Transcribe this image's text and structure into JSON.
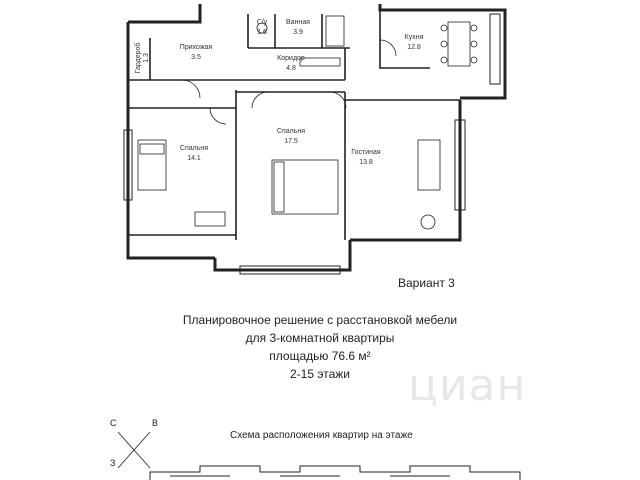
{
  "plan": {
    "rooms": [
      {
        "id": "vestibule",
        "name": "Гардероб",
        "area": "1.3"
      },
      {
        "id": "hall",
        "name": "Прихожая",
        "area": "3.5"
      },
      {
        "id": "wc",
        "name": "С/у",
        "area": "1.6"
      },
      {
        "id": "bath",
        "name": "Ванная",
        "area": "3.9"
      },
      {
        "id": "corridor",
        "name": "Коридор",
        "area": "4.8"
      },
      {
        "id": "kitchen",
        "name": "Кухня",
        "area": "12.8"
      },
      {
        "id": "bedroom1",
        "name": "Спальня",
        "area": "14.1"
      },
      {
        "id": "bedroom2",
        "name": "Спальня",
        "area": "17.5"
      },
      {
        "id": "living",
        "name": "Гостиная",
        "area": "13.8"
      }
    ]
  },
  "variant_label": "Вариант  3",
  "caption": {
    "line1": "Планировочное решение с расстановкой мебели",
    "line2": "для 3-комнатной квартиры",
    "line3": "площадью 76.6 м²",
    "line4": "2-15  этажи"
  },
  "scheme_label": "Схема расположения квартир на этаже",
  "compass": {
    "n": "С",
    "e": "В",
    "w": "З"
  },
  "watermark": "циан"
}
